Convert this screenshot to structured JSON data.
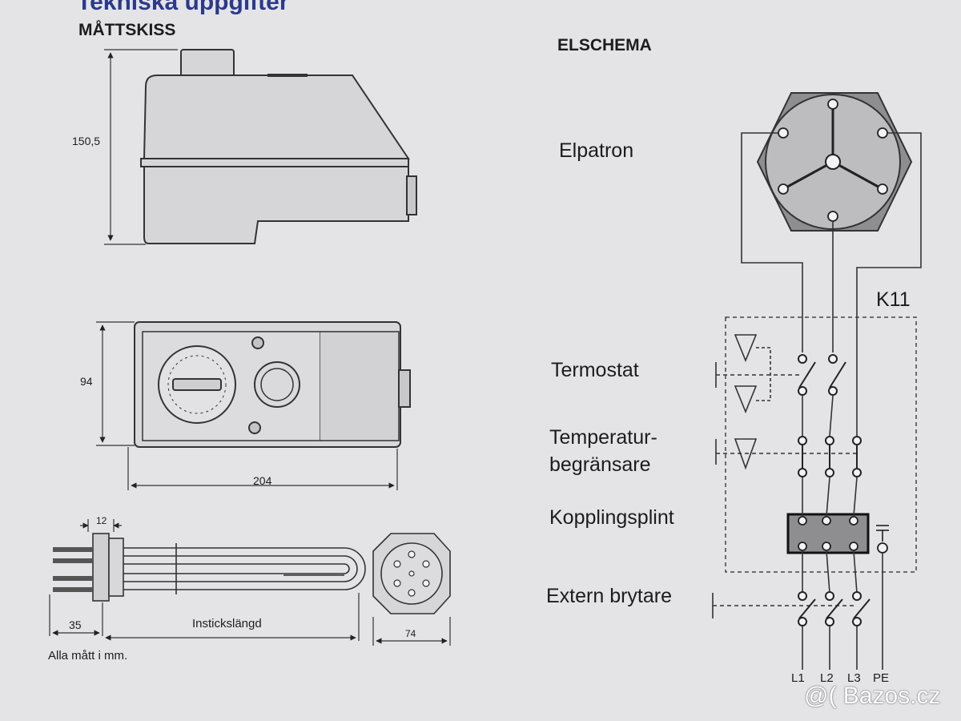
{
  "document": {
    "title": "Tekniska uppgifter",
    "left_heading": "MÅTTSKISS",
    "right_heading": "ELSCHEMA"
  },
  "dimensions": {
    "height_label": "150,5",
    "depth_label": "94",
    "width_label": "204",
    "flange_label": "12",
    "head_label": "35",
    "insertion_label": "Instickslängd",
    "octagon_label": "74",
    "footnote": "Alla mått i mm."
  },
  "schematic": {
    "elpatron": "Elpatron",
    "k11": "K11",
    "termostat": "Termostat",
    "temp_limiter_line1": "Temperatur-",
    "temp_limiter_line2": "begränsare",
    "terminal_block": "Kopplingsplint",
    "external_switch": "Extern brytare",
    "phases": [
      "L1",
      "L2",
      "L3",
      "PE"
    ]
  },
  "watermark": "@( Bazos.cz"
}
